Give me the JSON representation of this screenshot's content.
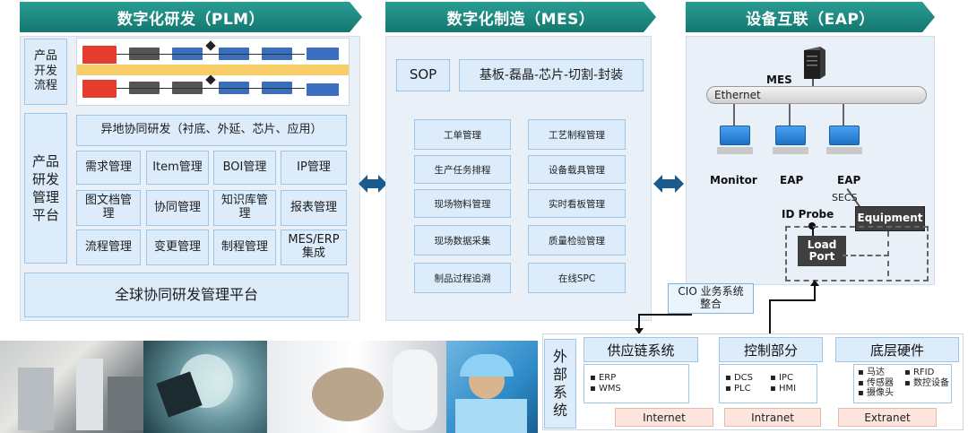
{
  "plm": {
    "title": "数字化研发（PLM）",
    "flow_label": "产品开发流程",
    "platform_label": "产品研发管理平台",
    "collab": "异地协同研发（衬底、外延、芯片、应用）",
    "grid": [
      "需求管理",
      "Item管理",
      "BOI管理",
      "IP管理",
      "图文档管理",
      "协同管理",
      "知识库管理",
      "报表管理",
      "流程管理",
      "变更管理",
      "制程管理",
      "MES/ERP集成"
    ],
    "global": "全球协同研发管理平台"
  },
  "mes": {
    "title": "数字化制造（MES）",
    "sop_label": "SOP",
    "process_chain": "基板-磊晶-芯片-切割-封装",
    "left_items": [
      "工单管理",
      "生产任务排程",
      "现场物料管理",
      "现场数据采集",
      "制品过程追溯"
    ],
    "right_items": [
      "工艺制程管理",
      "设备载具管理",
      "实时看板管理",
      "质量检验管理",
      "在线SPC"
    ]
  },
  "eap": {
    "title": "设备互联（EAP）",
    "server_label": "MES",
    "bus_label": "Ethernet",
    "nodes": [
      "Monitor",
      "EAP",
      "EAP"
    ],
    "secs": "SECS",
    "id_probe": "ID Probe",
    "equipment": "Equipment",
    "load_port": "Load Port",
    "cio": "CIO 业务系统整合"
  },
  "external": {
    "label": "外部系统",
    "supply": {
      "title": "供应链系统",
      "items": [
        "ERP",
        "WMS"
      ],
      "net": "Internet"
    },
    "control": {
      "title": "控制部分",
      "items_left": [
        "DCS",
        "PLC"
      ],
      "items_right": [
        "IPC",
        "HMI"
      ],
      "net": "Intranet"
    },
    "hardware": {
      "title": "底层硬件",
      "items_left": [
        "马达",
        "传感器",
        "摄像头"
      ],
      "items_right": [
        "RFID",
        "数控设备"
      ],
      "net": "Extranet"
    }
  },
  "colors": {
    "banner": "#1f8a80",
    "panel": "#e9f0f8",
    "box": "#dcecfb",
    "box_border": "#9ec6e8",
    "arrow": "#1b5a8c",
    "dark": "#3f3f3f",
    "net_button": "#fde4dc"
  }
}
